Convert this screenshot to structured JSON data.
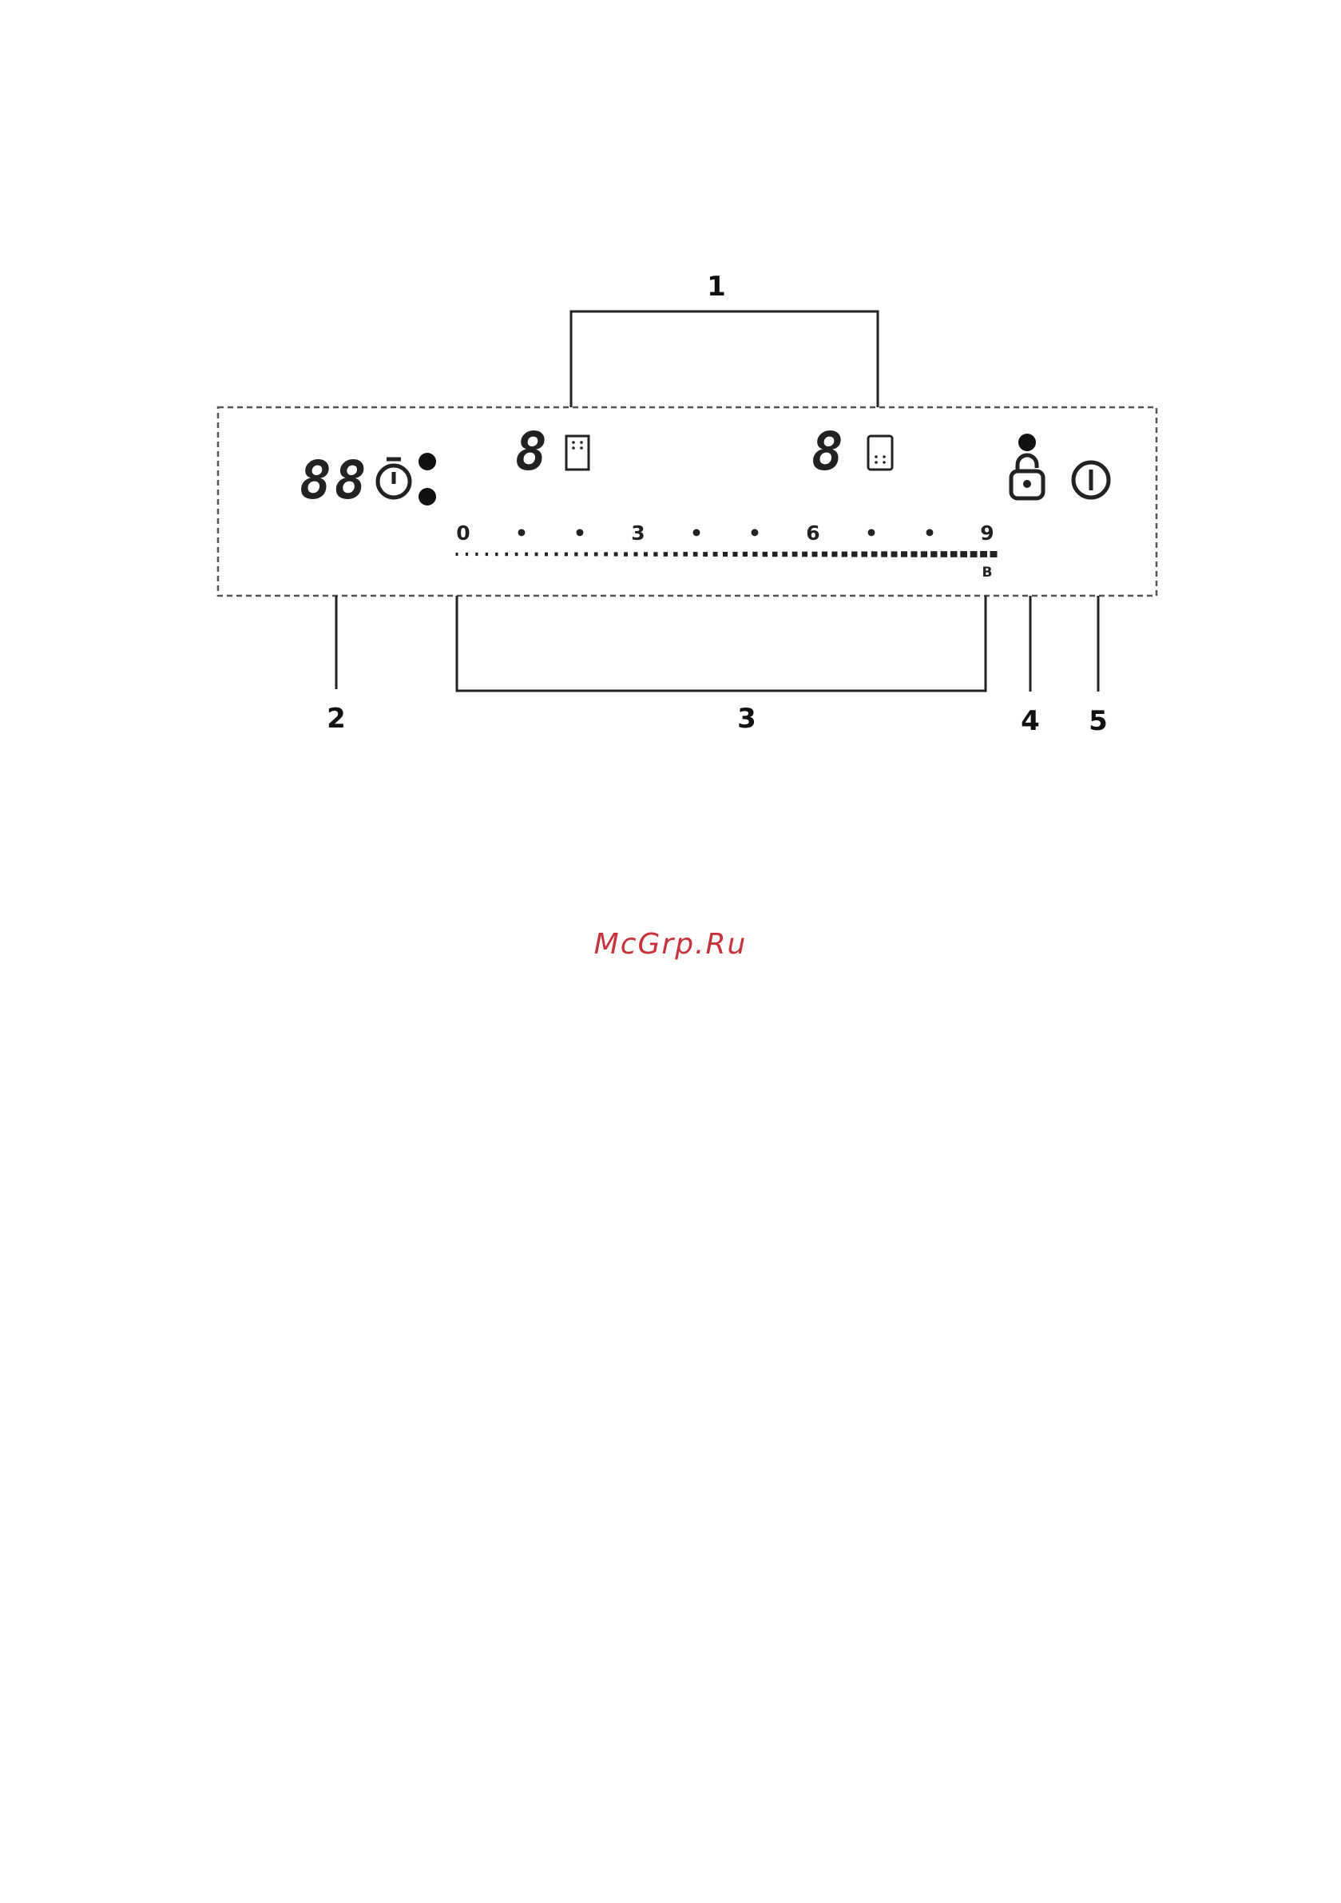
{
  "callouts": {
    "c1": "1",
    "c2": "2",
    "c3": "3",
    "c4": "4",
    "c5": "5"
  },
  "displays": {
    "timer_digits": "88",
    "zone_left_digit": "8",
    "zone_right_digit": "8"
  },
  "slider": {
    "scale_labels": [
      "0",
      "•",
      "•",
      "3",
      "•",
      "•",
      "6",
      "•",
      "•",
      "9"
    ],
    "boost_label": "B"
  },
  "icons": {
    "timer": "stopwatch-icon",
    "zone_left": "cooking-zone-front-icon",
    "zone_right": "cooking-zone-rear-icon",
    "lock": "child-lock-icon",
    "power": "power-icon"
  },
  "colors": {
    "ink": "#222222",
    "watermark": "#c8323c"
  },
  "watermark": "McGrp.Ru"
}
